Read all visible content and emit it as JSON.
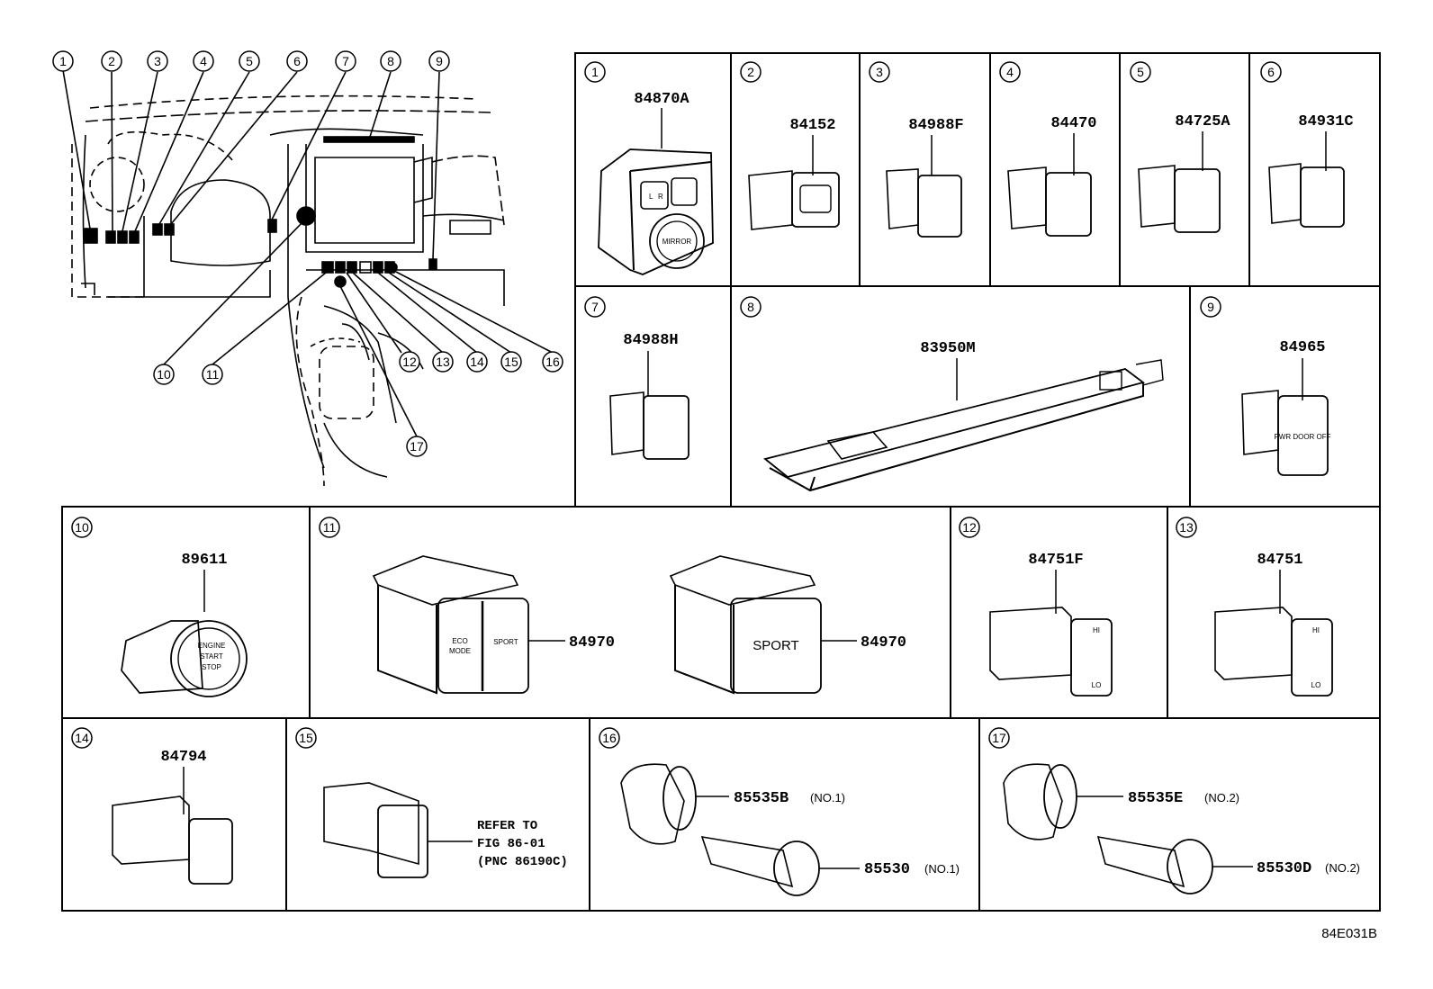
{
  "overview": {
    "callouts": [
      "1",
      "2",
      "3",
      "4",
      "5",
      "6",
      "7",
      "8",
      "9",
      "10",
      "11",
      "12",
      "13",
      "14",
      "15",
      "16",
      "17"
    ]
  },
  "panels": [
    {
      "n": "1",
      "part": "84870A",
      "labels": {
        "l": "L",
        "r": "R",
        "mirror": "MIRROR"
      }
    },
    {
      "n": "2",
      "part": "84152"
    },
    {
      "n": "3",
      "part": "84988F"
    },
    {
      "n": "4",
      "part": "84470"
    },
    {
      "n": "5",
      "part": "84725A"
    },
    {
      "n": "6",
      "part": "84931C"
    },
    {
      "n": "7",
      "part": "84988H"
    },
    {
      "n": "8",
      "part": "83950M"
    },
    {
      "n": "9",
      "part": "84965",
      "labels": {
        "text": "PWR DOOR OFF"
      }
    },
    {
      "n": "10",
      "part": "89611",
      "labels": {
        "l1": "ENGINE",
        "l2": "START",
        "l3": "STOP"
      }
    },
    {
      "n": "11",
      "part_a": "84970",
      "part_b": "84970",
      "labels": {
        "eco": "ECO",
        "mode": "MODE",
        "sport_small": "SPORT",
        "sport": "SPORT"
      }
    },
    {
      "n": "12",
      "part": "84751F",
      "labels": {
        "hi": "HI",
        "lo": "LO"
      }
    },
    {
      "n": "13",
      "part": "84751",
      "labels": {
        "hi": "HI",
        "lo": "LO"
      }
    },
    {
      "n": "14",
      "part": "84794"
    },
    {
      "n": "15",
      "ref": [
        "REFER TO",
        "FIG 86-01",
        "(PNC 86190C)"
      ]
    },
    {
      "n": "16",
      "parts": [
        {
          "part": "85535B",
          "note": "(NO.1)"
        },
        {
          "part": "85530",
          "note": "(NO.1)"
        }
      ]
    },
    {
      "n": "17",
      "parts": [
        {
          "part": "85535E",
          "note": "(NO.2)"
        },
        {
          "part": "85530D",
          "note": "(NO.2)"
        }
      ]
    }
  ],
  "figure_id": "84E031B"
}
